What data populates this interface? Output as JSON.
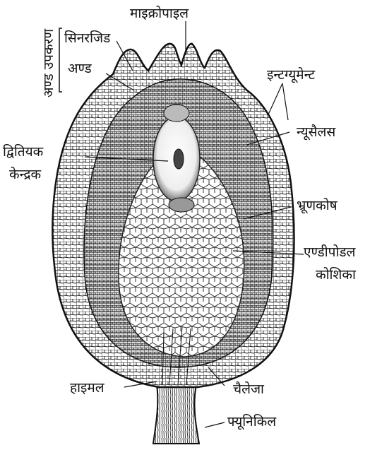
{
  "diagram": {
    "labels": {
      "micropyle": "माइक्रोपाइल",
      "egg_apparatus": "अण्ड उपकरण",
      "synergids": "सिनरजिड",
      "egg": "अण्ड",
      "integument": "इन्टग्यूमेन्ट",
      "nucellus": "न्यूसैलस",
      "secondary_nucleus_line1": "द्वितियक",
      "secondary_nucleus_line2": "केन्द्रक",
      "embryo_sac": "भ्रूणकोष",
      "antipodal_line1": "एण्डीपोडल",
      "antipodal_line2": "कोशिका",
      "hilum": "हाइमल",
      "chalaza": "चैलेजा",
      "funicle": "फ्यूनिकिल"
    },
    "colors": {
      "ink": "#1a1a1a",
      "background": "#ffffff"
    }
  }
}
